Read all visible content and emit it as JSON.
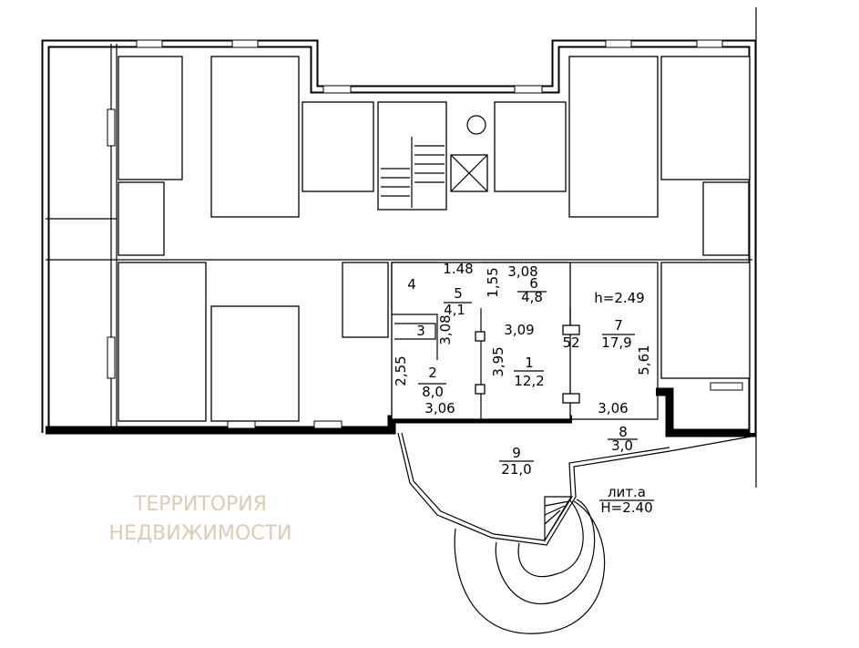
{
  "plan": {
    "watermark": [
      "ТЕРРИТОРИЯ",
      "НЕДВИЖИМОСТИ"
    ],
    "ceiling_height": "h=2.49",
    "annex": {
      "label": "лит.а",
      "height": "H=2.40"
    },
    "rooms": [
      {
        "number": "1",
        "area": "12,2"
      },
      {
        "number": "2",
        "area": "8,0"
      },
      {
        "number": "3"
      },
      {
        "number": "4"
      },
      {
        "number": "5",
        "area": "4,1"
      },
      {
        "number": "6",
        "area": "4,8"
      },
      {
        "number": "7",
        "area": "17,9"
      },
      {
        "number": "8",
        "area": "3,0"
      },
      {
        "number": "9",
        "area": "21,0"
      }
    ],
    "dimensions": {
      "d148": "1.48",
      "d155": "1,55",
      "d308a": "3,08",
      "d308b": "3,08",
      "d309": "3,09",
      "d52": "52",
      "d395": "3,95",
      "d561": "5,61",
      "d255": "2,55",
      "d306a": "3,06",
      "d306b": "3,06"
    }
  }
}
